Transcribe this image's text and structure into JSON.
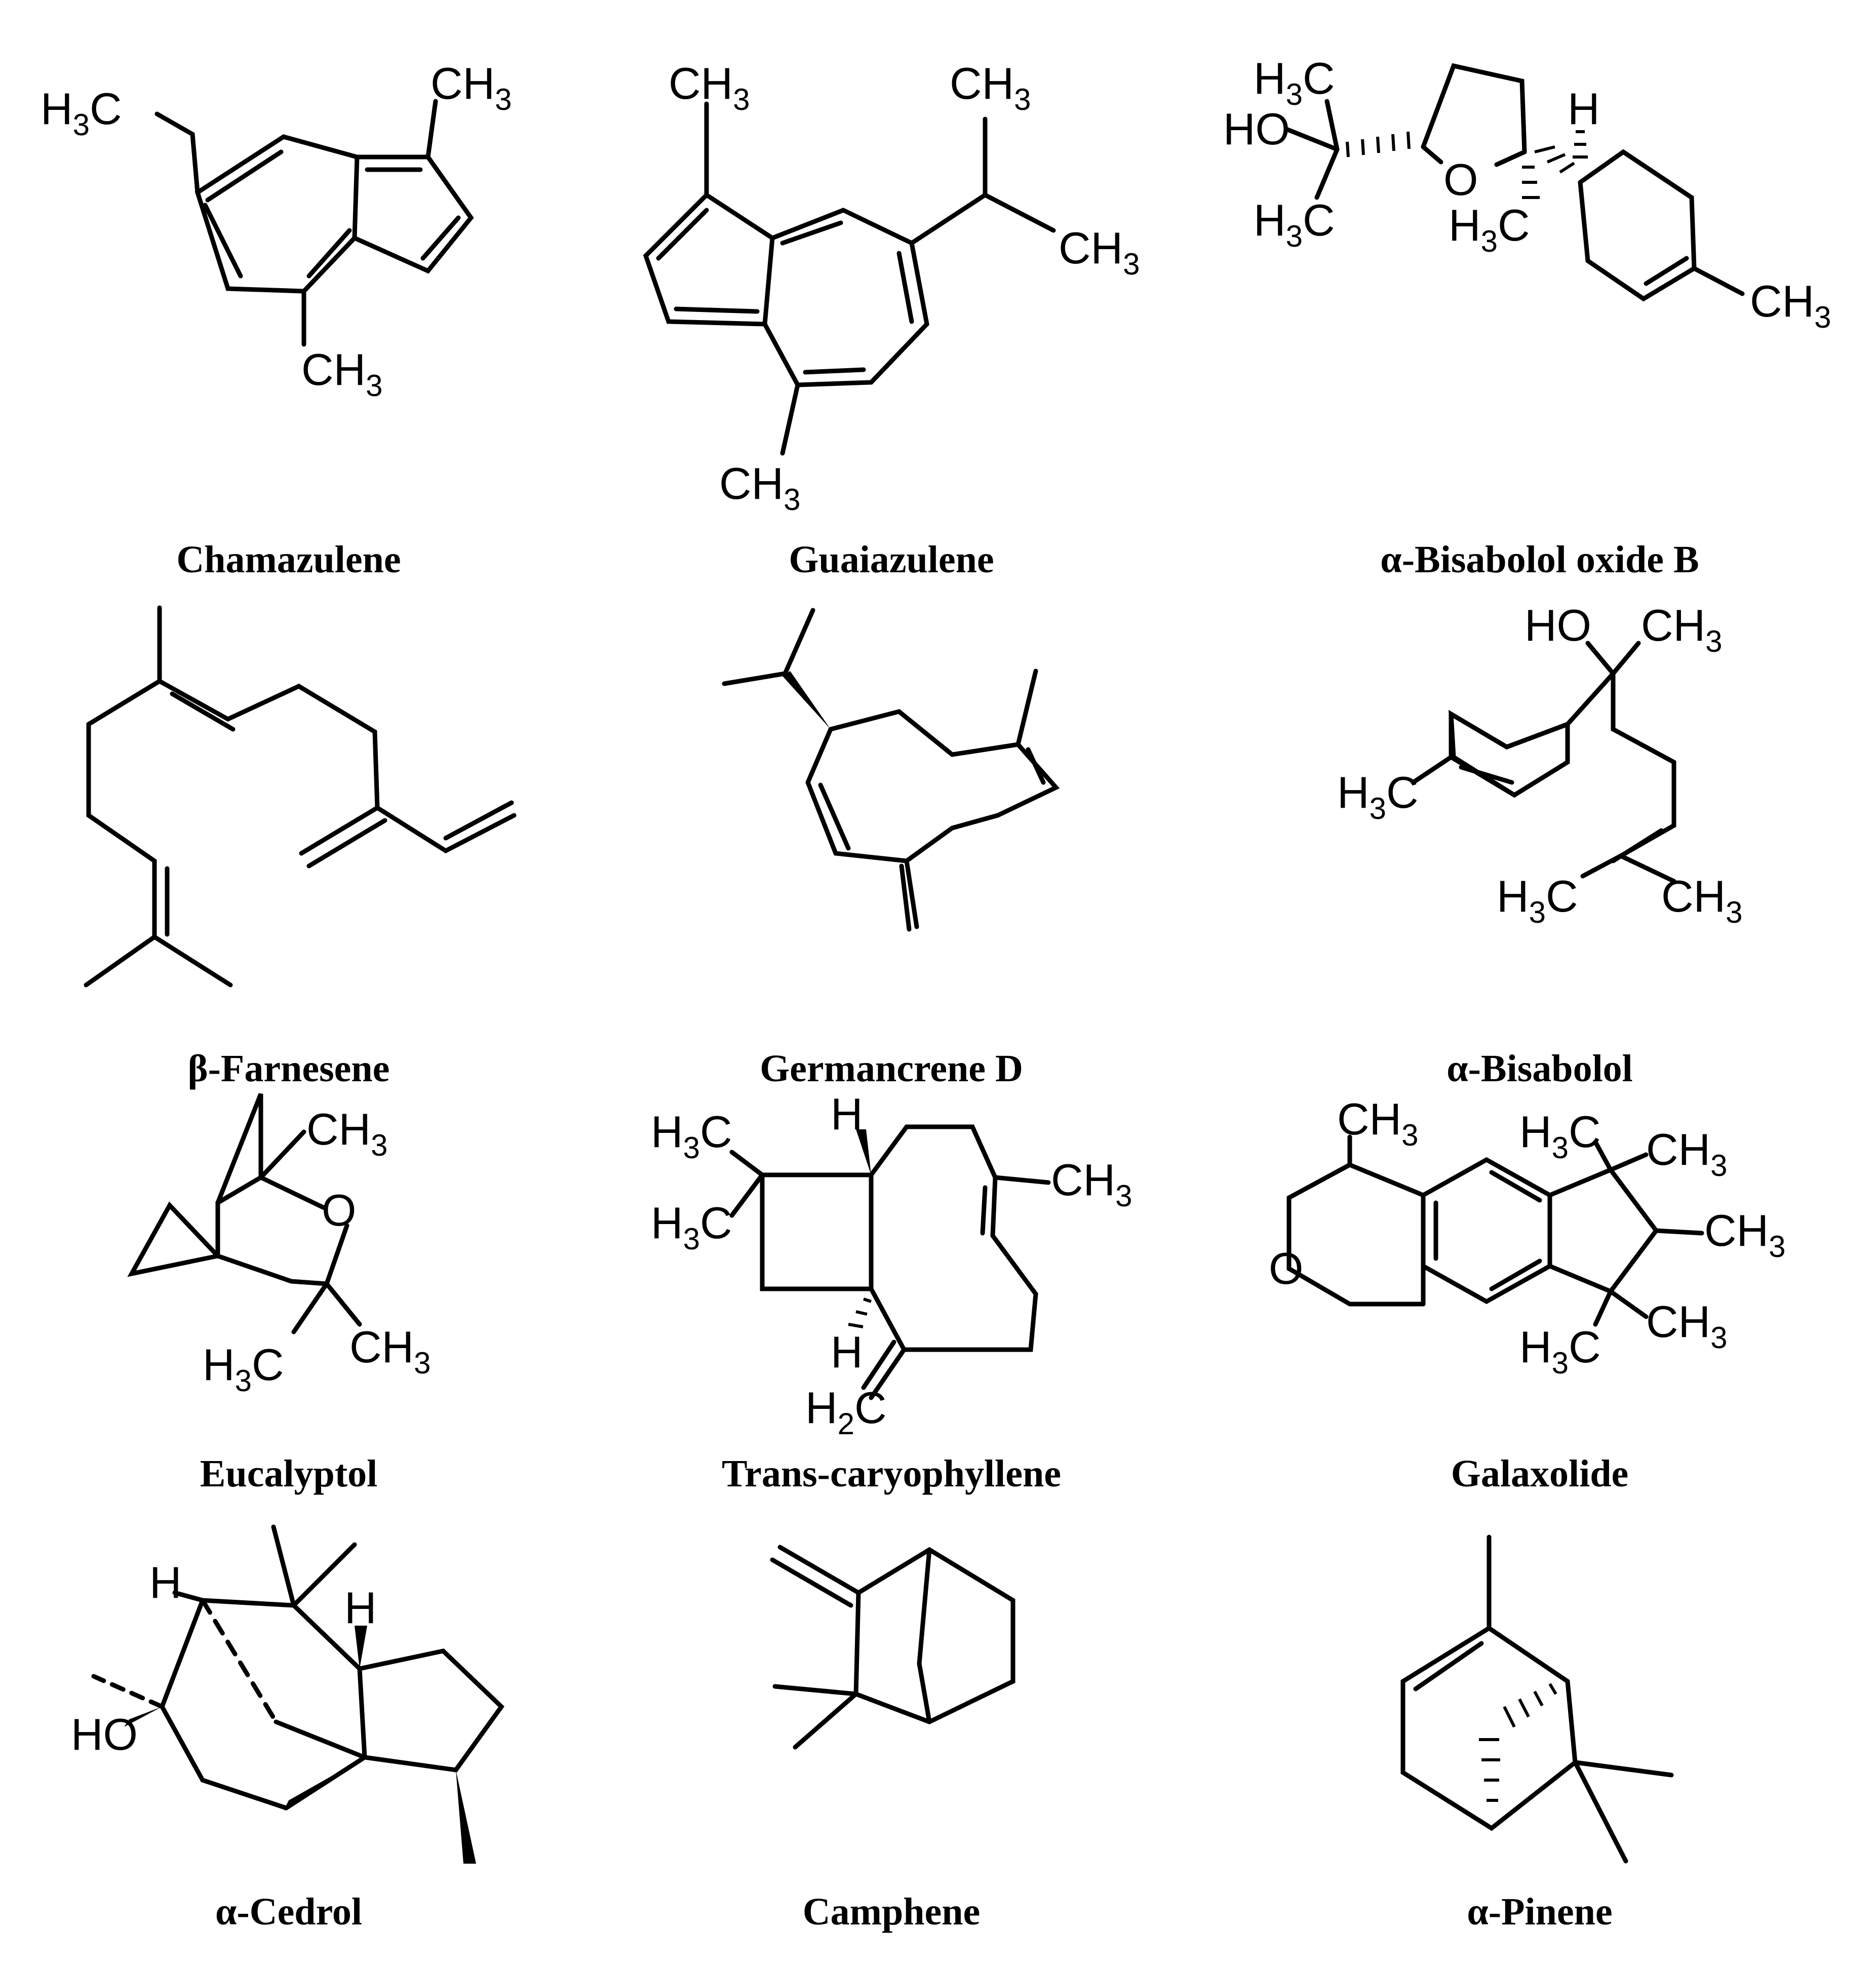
{
  "compounds": [
    {
      "id": "chamazulene",
      "name": "Chamazulene"
    },
    {
      "id": "guaiazulene",
      "name": "Guaiazulene"
    },
    {
      "id": "bisabolol-oxide-b",
      "name": "α-Bisabolol oxide B"
    },
    {
      "id": "farnesene",
      "name": "β-Farnesene"
    },
    {
      "id": "germacrene-d",
      "name": "Germancrene D"
    },
    {
      "id": "bisabolol",
      "name": "α-Bisabolol"
    },
    {
      "id": "eucalyptol",
      "name": "Eucalyptol"
    },
    {
      "id": "caryophyllene",
      "name": "Trans-caryophyllene"
    },
    {
      "id": "galaxolide",
      "name": "Galaxolide"
    },
    {
      "id": "cedrol",
      "name": "α-Cedrol"
    },
    {
      "id": "camphene",
      "name": "Camphene"
    },
    {
      "id": "pinene",
      "name": "α-Pinene"
    }
  ],
  "atoms": {
    "H3C": "H3C",
    "CH3": "CH3",
    "HO": "HO",
    "O": "O",
    "H": "H",
    "H2C": "H2C"
  }
}
